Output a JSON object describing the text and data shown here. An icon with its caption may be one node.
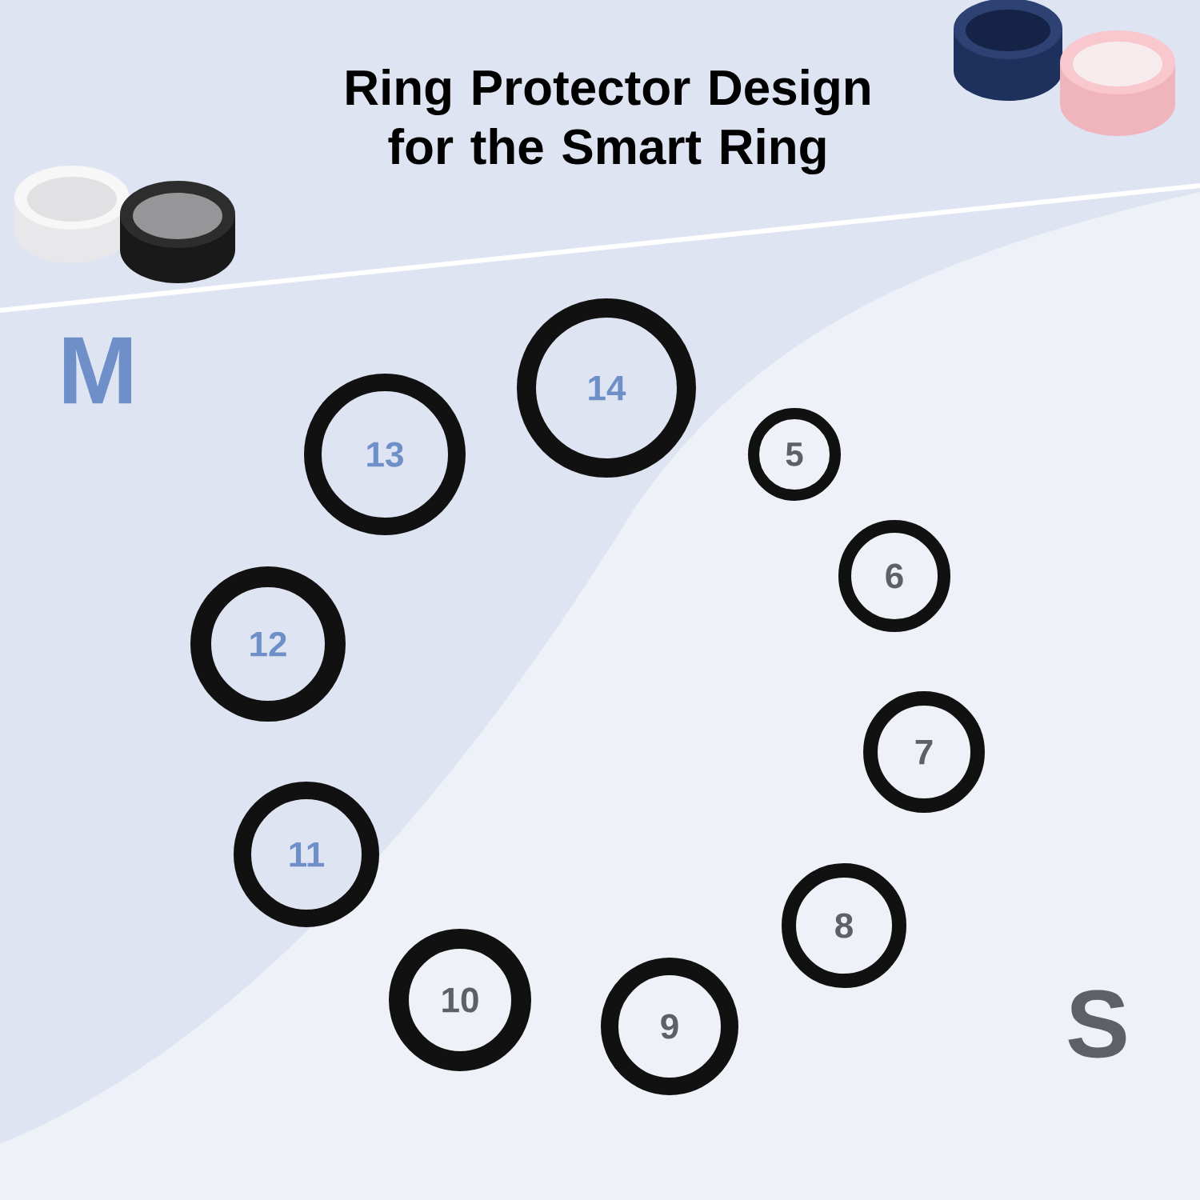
{
  "diagram": {
    "title": "Ring Protector Design for the Smart Ring",
    "nodes": [
      {
        "text": [
          "14"
        ]
      },
      {
        "text": [
          "13"
        ]
      },
      {
        "text": [
          "5"
        ]
      },
      {
        "text": [
          "6"
        ]
      },
      {
        "text": [
          "12"
        ]
      },
      {
        "text": [
          "7"
        ]
      },
      {
        "text": [
          "11"
        ]
      },
      {
        "text": [
          "8"
        ]
      },
      {
        "text": [
          "10"
        ]
      },
      {
        "text": [
          "9"
        ]
      }
    ],
    "labels": [
      "M",
      "S"
    ]
  }
}
